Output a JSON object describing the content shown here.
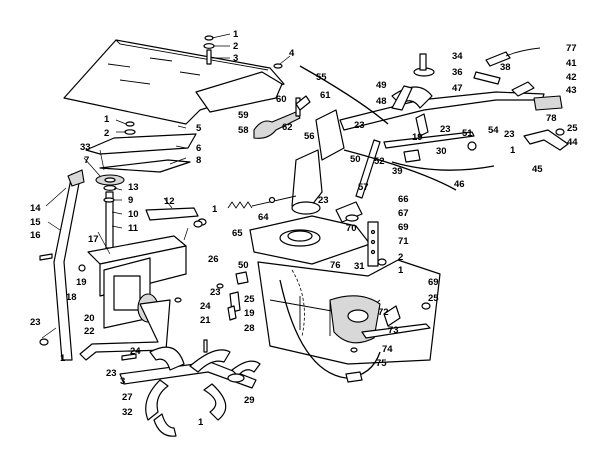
{
  "callouts": [
    "1",
    "2",
    "3",
    "4",
    "1",
    "2",
    "5",
    "6",
    "33",
    "7",
    "8",
    "13",
    "9",
    "14",
    "15",
    "10",
    "11",
    "12",
    "1",
    "16",
    "17",
    "18",
    "19",
    "20",
    "21",
    "22",
    "23",
    "1",
    "24",
    "23",
    "3",
    "27",
    "32",
    "1",
    "29",
    "28",
    "25",
    "19",
    "26",
    "23",
    "50",
    "24",
    "65",
    "64",
    "76",
    "31",
    "2",
    "1",
    "69",
    "25",
    "72",
    "73",
    "74",
    "75",
    "70",
    "71",
    "69",
    "67",
    "23",
    "66",
    "57",
    "46",
    "45",
    "44",
    "25",
    "23",
    "1",
    "78",
    "43",
    "42",
    "41",
    "77",
    "38",
    "34",
    "36",
    "49",
    "47",
    "48",
    "55",
    "60",
    "61",
    "59",
    "62",
    "58",
    "56",
    "23",
    "52",
    "50",
    "39",
    "30",
    "51",
    "54",
    "19",
    "23"
  ]
}
